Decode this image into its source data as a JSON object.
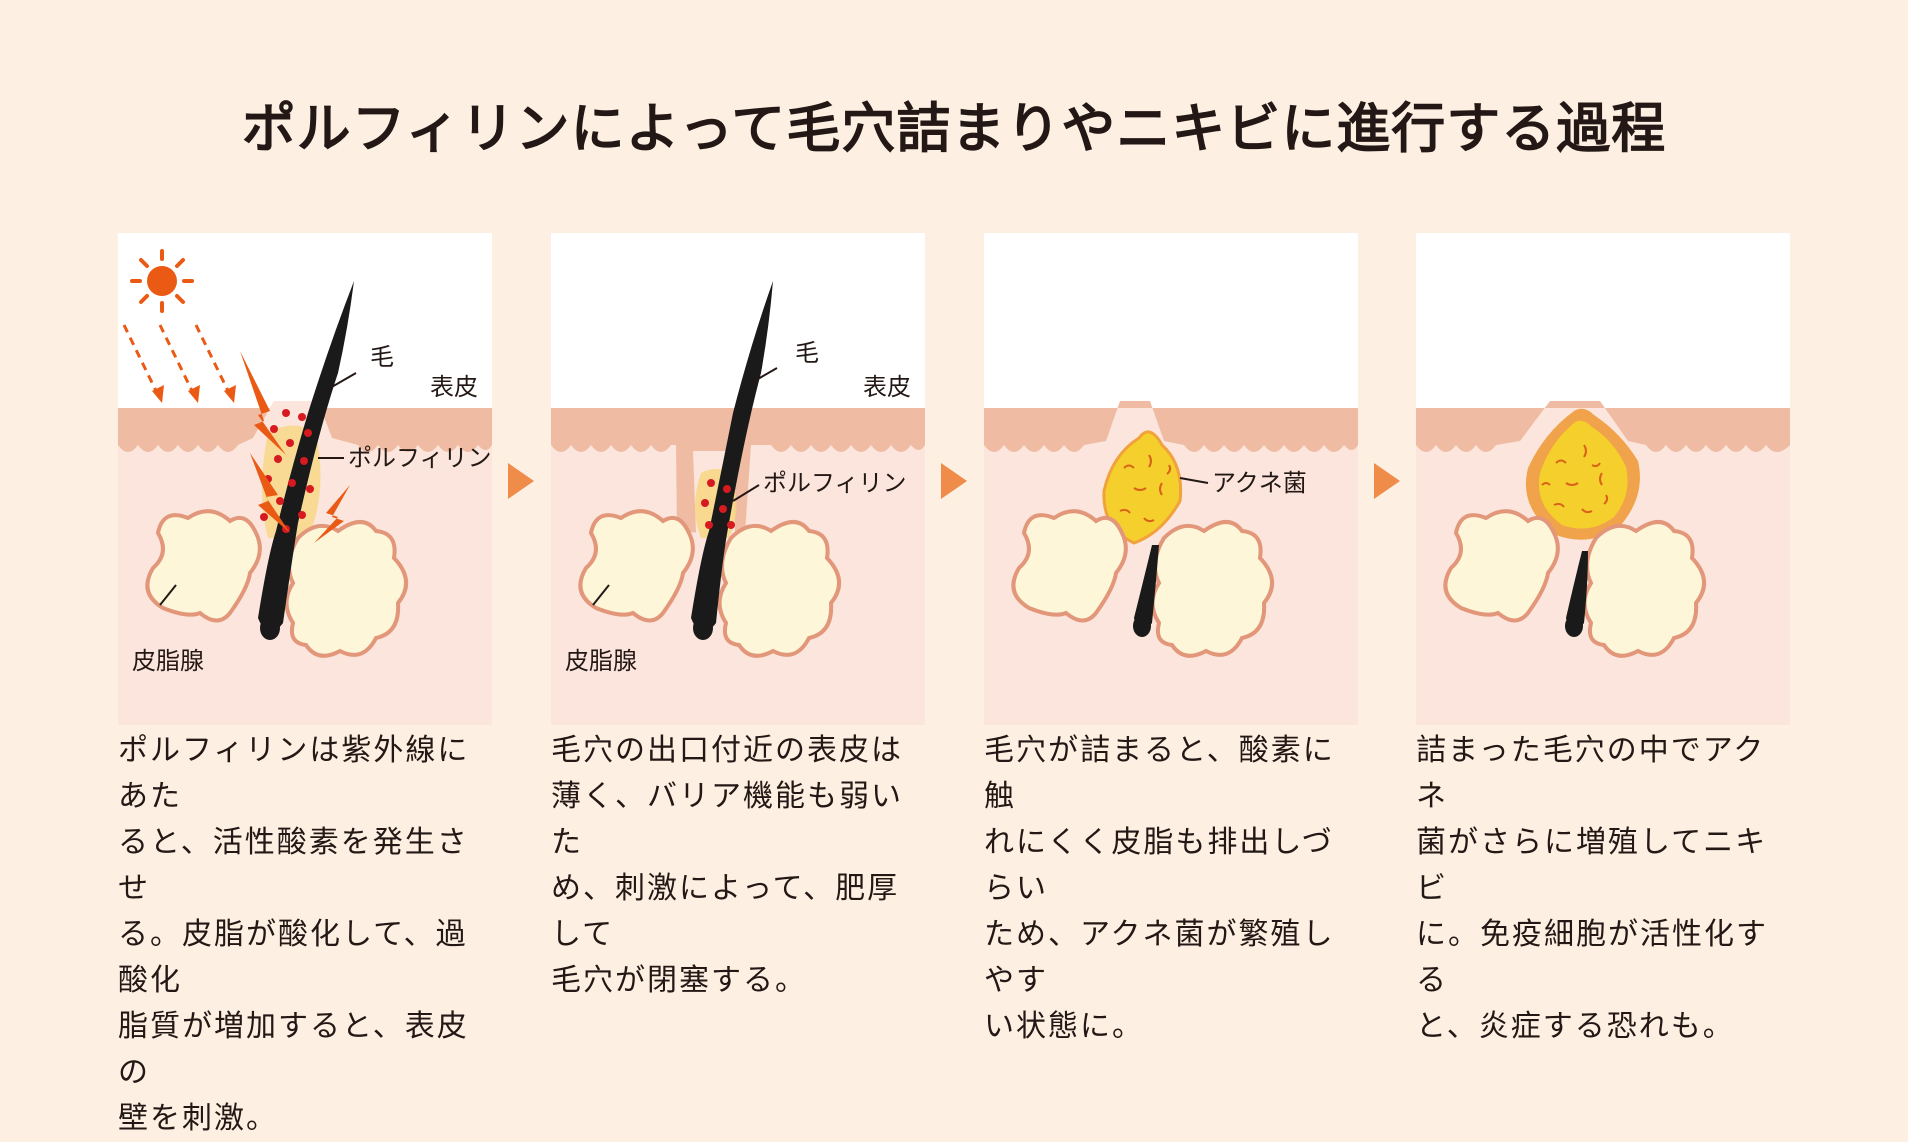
{
  "title": "ポルフィリンによって毛穴詰まりやニキビに進行する過程",
  "colors": {
    "background": "#fdf0e2",
    "epidermis": "#efbba2",
    "dermis": "#fbe5dc",
    "sebaceous": "#fdf6d8",
    "outline": "#e2967a",
    "porphyrin_dot": "#d71920",
    "sun": "#eb5a14",
    "arrow": "#f08c4a",
    "acne": "#f5cf2c"
  },
  "panels": [
    {
      "labels": {
        "hair": "毛",
        "epidermis": "表皮",
        "porphyrin": "ポルフィリン",
        "sebaceous": "皮脂腺"
      },
      "caption": "ポルフィリンは紫外線にあた\nると、活性酸素を発生させ\nる。皮脂が酸化して、過酸化\n脂質が増加すると、表皮の\n壁を刺激。"
    },
    {
      "labels": {
        "hair": "毛",
        "epidermis": "表皮",
        "porphyrin": "ポルフィリン",
        "sebaceous": "皮脂腺"
      },
      "caption": "毛穴の出口付近の表皮は\n薄く、バリア機能も弱いた\nめ、刺激によって、肥厚して\n毛穴が閉塞する。"
    },
    {
      "labels": {
        "acne": "アクネ菌"
      },
      "caption": "毛穴が詰まると、酸素に触\nれにくく皮脂も排出しづらい\nため、アクネ菌が繁殖しやす\nい状態に。"
    },
    {
      "labels": {},
      "caption": "詰まった毛穴の中でアクネ\n菌がさらに増殖してニキビ\nに。免疫細胞が活性化する\nと、炎症する恐れも。"
    }
  ]
}
